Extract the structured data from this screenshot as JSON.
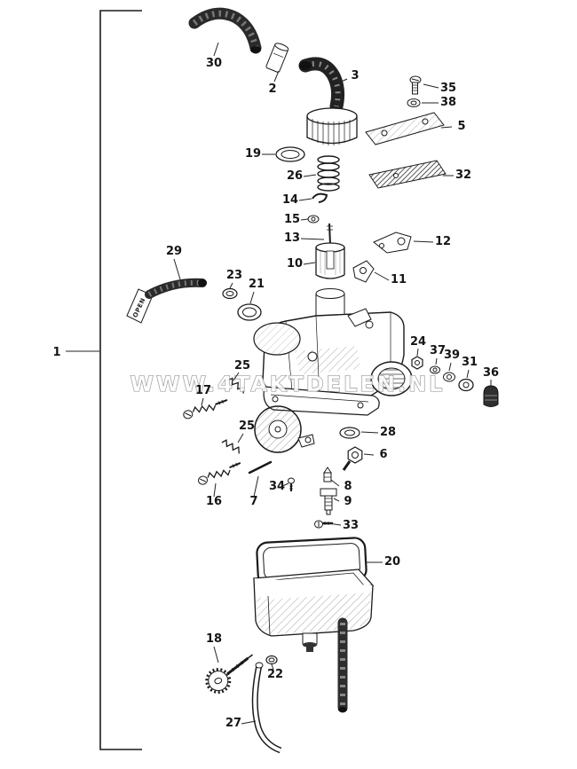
{
  "figure": {
    "watermark": "WWW.4TAKTDELEN.NL",
    "open_marking": "OPEN"
  },
  "colors": {
    "ink": "#1a1a1a",
    "paper": "#ffffff",
    "watermark_outline": "#8f8f8f"
  },
  "labels": {
    "p1": "1",
    "p2": "2",
    "p3": "3",
    "p5": "5",
    "p6": "6",
    "p7": "7",
    "p8": "8",
    "p9": "9",
    "p10": "10",
    "p11": "11",
    "p12": "12",
    "p13": "13",
    "p14": "14",
    "p15": "15",
    "p16": "16",
    "p17": "17",
    "p18": "18",
    "p19": "19",
    "p20": "20",
    "p21": "21",
    "p22": "22",
    "p23": "23",
    "p24": "24",
    "p25": "25",
    "p26": "26",
    "p27": "27",
    "p28": "28",
    "p29": "29",
    "p30": "30",
    "p31": "31",
    "p32": "32",
    "p33": "33",
    "p34": "34",
    "p35": "35",
    "p36": "36",
    "p37": "37",
    "p38": "38",
    "p39": "39"
  }
}
